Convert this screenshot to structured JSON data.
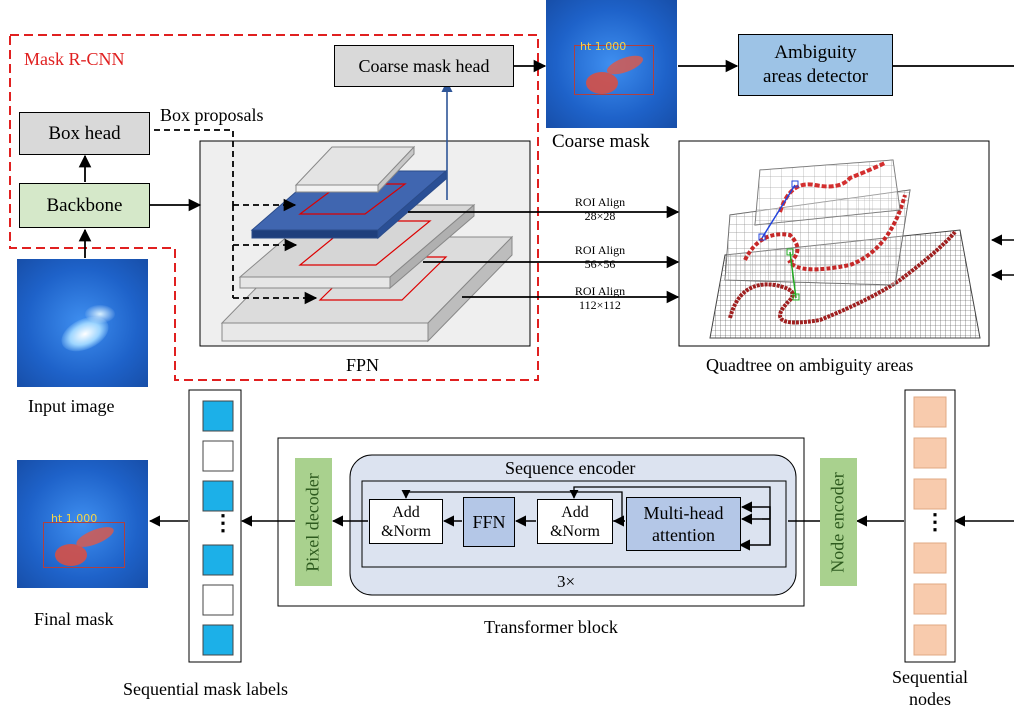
{
  "mask_rcnn": {
    "title": "Mask R-CNN",
    "box_head": "Box head",
    "backbone": "Backbone",
    "coarse_mask_head": "Coarse mask head",
    "box_proposals": "Box proposals",
    "fpn": "FPN",
    "input_image": "Input image"
  },
  "coarse": {
    "score": "ht 1.000",
    "caption": "Coarse mask"
  },
  "ambiguity": {
    "line1": "Ambiguity",
    "line2": "areas detector"
  },
  "roi": [
    {
      "label": "ROI Align",
      "size": "28×28"
    },
    {
      "label": "ROI Align",
      "size": "56×56"
    },
    {
      "label": "ROI Align",
      "size": "112×112"
    }
  ],
  "quadtree": {
    "caption": "Quadtree on ambiguity areas"
  },
  "transformer": {
    "caption": "Transformer block",
    "sequence_encoder": "Sequence encoder",
    "add_norm_1a": "Add",
    "add_norm_1b": "&Norm",
    "ffn": "FFN",
    "add_norm_2a": "Add",
    "add_norm_2b": "&Norm",
    "mha_1": "Multi-head",
    "mha_2": "attention",
    "repeat": "3×",
    "pixel_decoder": "Pixel decoder",
    "node_encoder": "Node encoder"
  },
  "final": {
    "score": "ht 1.000",
    "caption": "Final mask"
  },
  "labels": {
    "caption": "Sequential mask labels",
    "ellipsis": "⋮"
  },
  "nodes": {
    "caption_1": "Sequential",
    "caption_2": "nodes",
    "ellipsis": "⋮"
  },
  "colors": {
    "mask_rcnn_border": "#e02020",
    "box_gray": "#d9d9d9",
    "backbone_green": "#d5e8c9",
    "ambiguity_blue": "#9dc3e6",
    "encoder_bg": "#dce3f0",
    "mha_blue": "#b4c7e7",
    "side_green": "#a9d18e",
    "label_cyan": "#1cb0e8",
    "node_peach": "#f8cbad"
  }
}
